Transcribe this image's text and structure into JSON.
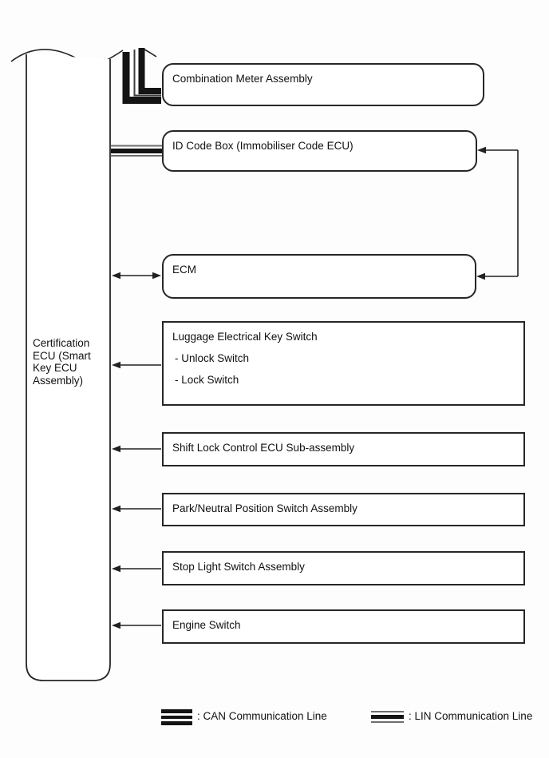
{
  "diagram": {
    "hub": {
      "label": "Certification\nECU (Smart\nKey ECU\nAssembly)"
    },
    "nodes": [
      {
        "label": "Combination Meter Assembly"
      },
      {
        "label": "ID Code Box (Immobiliser Code ECU)"
      },
      {
        "label": "ECM"
      },
      {
        "label": "Luggage Electrical Key Switch",
        "items": [
          "- Unlock Switch",
          "- Lock Switch"
        ]
      },
      {
        "label": "Shift Lock Control ECU Sub-assembly"
      },
      {
        "label": "Park/Neutral Position Switch Assembly"
      },
      {
        "label": "Stop Light Switch Assembly"
      },
      {
        "label": "Engine Switch"
      }
    ],
    "legend": {
      "can_label": ": CAN Communication Line",
      "lin_label": ": LIN Communication Line"
    },
    "colors": {
      "line": "#1a1a1a",
      "thin_line": "#6e6e6e"
    }
  }
}
